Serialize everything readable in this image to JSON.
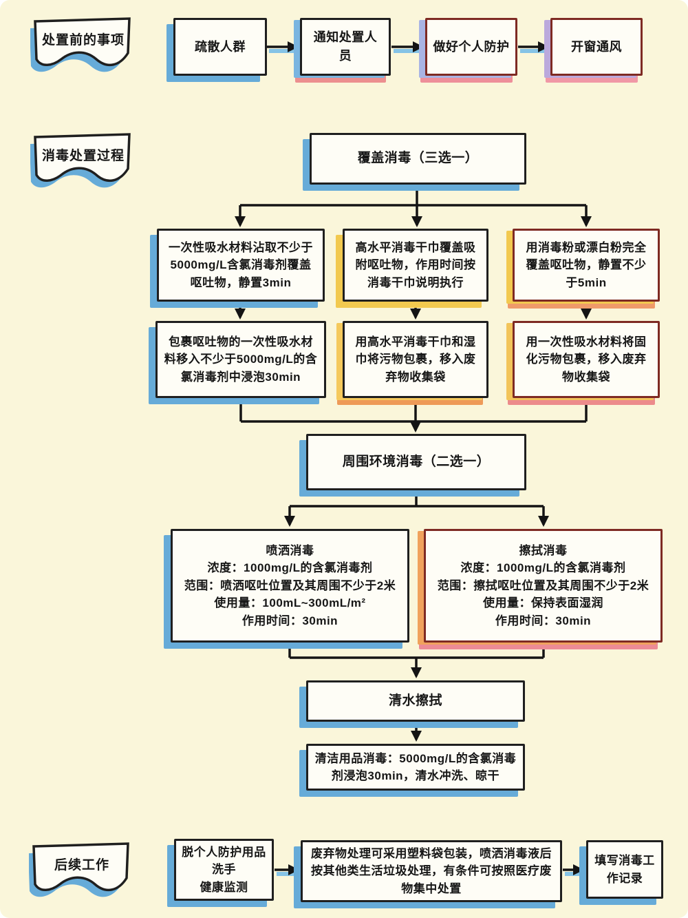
{
  "palette": {
    "background": "#FAF6DA",
    "shadow_blue": "#66ABD8",
    "shadow_yellow": "#F2C94F",
    "shadow_orange": "#EE9A58",
    "shadow_pink": "#EC8F93",
    "border_dark": "#1F1F1F",
    "border_red": "#7E2A23"
  },
  "banners": {
    "before": "处置前的事项",
    "process": "消毒处置过程",
    "after": "后续工作"
  },
  "preparation": {
    "step1": "疏散人群",
    "step2": "通知处置人员",
    "step3": "做好个人防护",
    "step4": "开窗通风"
  },
  "cover_disinfection": {
    "title": "覆盖消毒（三选一）",
    "option1": "一次性吸水材料沾取不少于5000mg/L含氯消毒剂覆盖呕吐物，静置3min",
    "option2": "高水平消毒干巾覆盖吸附呕吐物，作用时间按消毒干巾说明执行",
    "option3": "用消毒粉或漂白粉完全覆盖呕吐物，静置不少于5min",
    "followup1": "包裹呕吐物的一次性吸水材料移入不少于5000mg/L的含氯消毒剂中浸泡30min",
    "followup2": "用高水平消毒干巾和湿巾将污物包裹，移入废弃物收集袋",
    "followup3": "用一次性吸水材料将固化污物包裹，移入废弃物收集袋"
  },
  "environment_disinfection": {
    "title": "周围环境消毒（二选一）",
    "spray": {
      "name": "喷洒消毒",
      "concentration": "浓度：1000mg/L的含氯消毒剂",
      "range": "范围：喷洒呕吐位置及其周围不少于2米",
      "dosage": "使用量：100mL~300mL/m²",
      "duration": "作用时间：30min"
    },
    "wipe": {
      "name": "擦拭消毒",
      "concentration": "浓度：1000mg/L的含氯消毒剂",
      "range": "范围：擦拭呕吐位置及其周围不少于2米",
      "dosage": "使用量：保持表面湿润",
      "duration": "作用时间：30min"
    }
  },
  "water_wipe": "清水擦拭",
  "tool_disinfection": "清洁用品消毒：5000mg/L的含氯消毒剂浸泡30min，清水冲洗、晾干",
  "followup_work": {
    "ppe": {
      "line1": "脱个人防护用品",
      "line2": "洗手",
      "line3": "健康监测"
    },
    "waste": "废弃物处理可采用塑料袋包装，喷洒消毒液后按其他类生活垃圾处理，有条件可按照医疗废物集中处置",
    "record": "填写消毒工作记录"
  }
}
